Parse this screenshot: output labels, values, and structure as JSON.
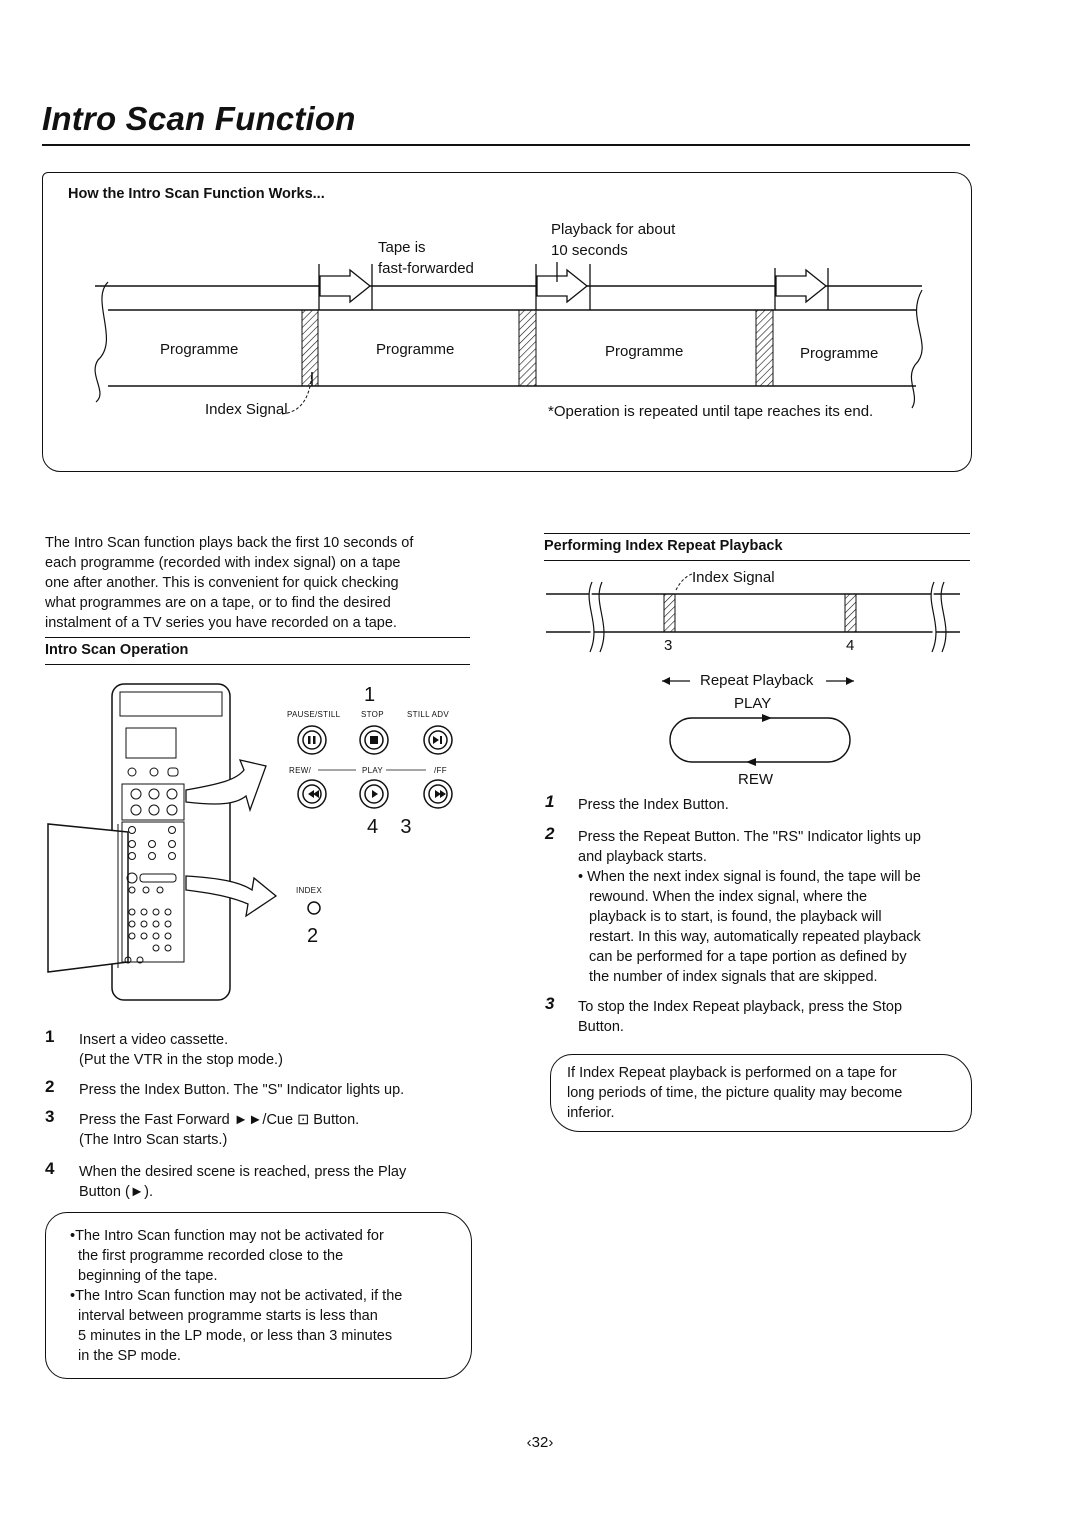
{
  "page": {
    "title": "Intro Scan Function",
    "page_number": "‹32›"
  },
  "how_it_works": {
    "heading": "How the Intro Scan Function Works...",
    "tape_is_line1": "Tape is",
    "tape_is_line2": "fast-forwarded",
    "playback_line1": "Playback for about",
    "playback_line2": "10 seconds",
    "programme_labels": [
      "Programme",
      "Programme",
      "Programme",
      "Programme"
    ],
    "index_signal": "Index Signal",
    "operation_note": "*Operation is repeated until tape reaches its end."
  },
  "intro_text": "The Intro Scan function plays back the first 10 seconds of each programme (recorded with index signal) on a tape one after another. This is convenient for quick checking what programmes are on a tape, or to find the desired instalment of a TV series you have recorded on a tape.",
  "intro_text_lines": [
    "The Intro Scan function plays back the first 10 seconds of",
    "each programme (recorded with index signal) on a tape",
    "one after another. This is convenient for quick checking",
    "what programmes are on a tape, or to find the desired",
    "instalment of a TV series you have recorded on a tape."
  ],
  "intro_scan_operation": {
    "heading": "Intro Scan Operation",
    "callout_1": "1",
    "callout_43": "4    3",
    "callout_2": "2",
    "btn_labels_top": [
      "PAUSE/STILL",
      "STOP",
      "STILL ADV"
    ],
    "btn_labels_mid": [
      "REW/",
      "PLAY",
      "/FF"
    ],
    "index_label": "INDEX",
    "steps": [
      {
        "num": "1",
        "lines": [
          "Insert a video cassette.",
          "(Put the VTR in the stop mode.)"
        ]
      },
      {
        "num": "2",
        "lines": [
          "Press the Index Button. The \"S\" Indicator lights up."
        ]
      },
      {
        "num": "3",
        "lines": [
          "Press the Fast Forward ►►/Cue ⊡ Button.",
          "(The Intro Scan starts.)"
        ]
      },
      {
        "num": "4",
        "lines": [
          "When the desired scene is reached, press the Play",
          "Button (►)."
        ]
      }
    ],
    "notes": [
      "•The Intro Scan function may not be activated for",
      "the first programme recorded close to the",
      "beginning of the tape.",
      "•The Intro Scan function may not be activated, if the",
      "interval between programme starts is less than",
      "5 minutes in the LP mode, or less than 3 minutes",
      "in the SP mode."
    ]
  },
  "index_repeat": {
    "heading": "Performing Index Repeat Playback",
    "index_signal": "Index Signal",
    "num_3": "3",
    "num_4": "4",
    "repeat_playback": "Repeat Playback",
    "play": "PLAY",
    "rew": "REW",
    "steps": [
      {
        "num": "1",
        "lines": [
          "Press the Index Button."
        ]
      },
      {
        "num": "2",
        "lines": [
          "Press the Repeat Button. The \"RS\" Indicator lights up",
          "and playback starts."
        ]
      },
      {
        "num": "",
        "lines": [
          "• When the next index signal is found, the tape will be",
          "rewound. When the index signal, where the",
          "playback is to start, is found, the playback will",
          "restart. In this way, automatically repeated playback",
          "can be performed for a tape portion as defined by",
          "the number of index signals that are skipped."
        ]
      },
      {
        "num": "3",
        "lines": [
          "To stop the Index Repeat playback, press the Stop",
          "Button."
        ]
      }
    ],
    "note": [
      "If Index Repeat playback is performed on a tape for",
      "long periods of time, the picture quality may become",
      "inferior."
    ]
  }
}
